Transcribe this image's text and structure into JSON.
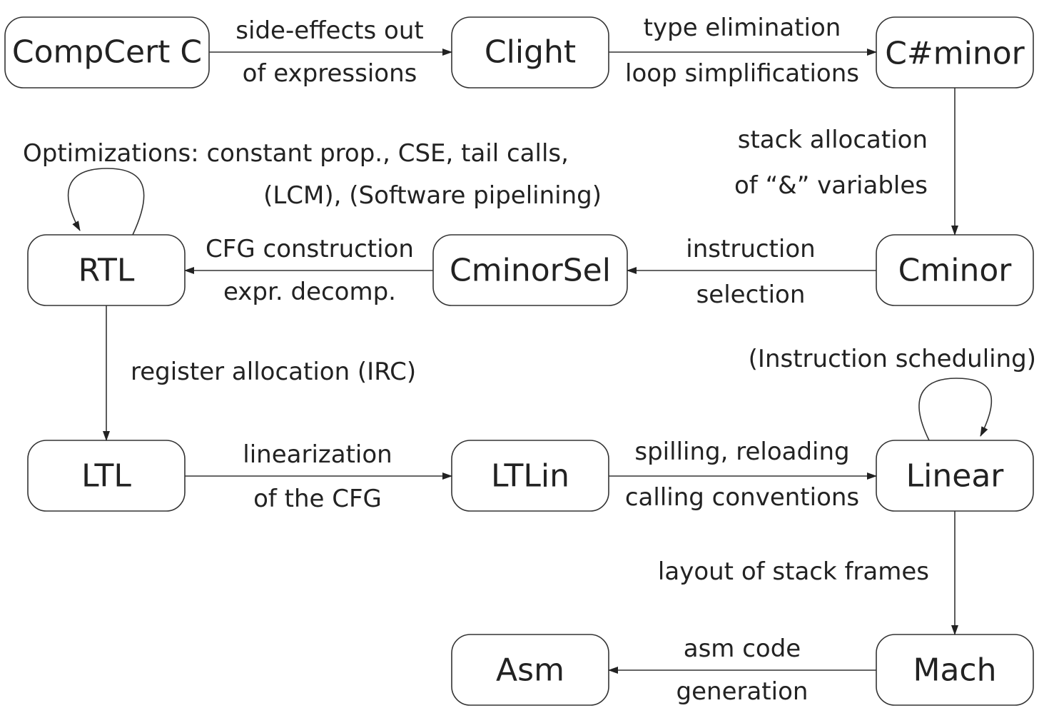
{
  "nodes": {
    "compcert_c": "CompCert C",
    "clight": "Clight",
    "csharpminor": "C#minor",
    "cminor": "Cminor",
    "cminorsel": "CminorSel",
    "rtl": "RTL",
    "ltl": "LTL",
    "ltlin": "LTLin",
    "linear": "Linear",
    "mach": "Mach",
    "asm": "Asm"
  },
  "edges": {
    "compcert_to_clight": [
      "side-effects out",
      "of expressions"
    ],
    "clight_to_csharpminor": [
      "type elimination",
      "loop simplifications"
    ],
    "csharpminor_to_cminor": [
      "stack allocation",
      "of “&” variables"
    ],
    "cminor_to_cminorsel": [
      "instruction",
      "selection"
    ],
    "cminorsel_to_rtl": [
      "CFG construction",
      "expr. decomp."
    ],
    "rtl_loop": [
      "Optimizations: constant prop., CSE, tail calls,",
      "(LCM), (Software pipelining)"
    ],
    "rtl_to_ltl": [
      "register allocation (IRC)"
    ],
    "ltl_to_ltlin": [
      "linearization",
      "of the CFG"
    ],
    "ltlin_to_linear": [
      "spilling, reloading",
      "calling conventions"
    ],
    "linear_loop": [
      "(Instruction scheduling)"
    ],
    "linear_to_mach": [
      "layout of stack frames"
    ],
    "mach_to_asm": [
      "asm code",
      "generation"
    ]
  }
}
